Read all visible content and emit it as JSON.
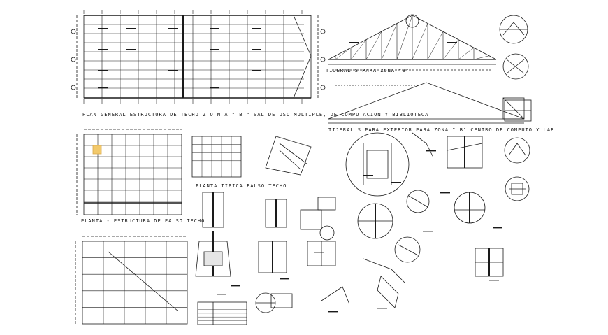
{
  "drawing": {
    "colors": {
      "line": "#1a1a1a",
      "paper": "#ffffff",
      "highlight": "#f2c96b"
    },
    "titles": {
      "roof_plan": "PLAN GENERAL ESTRUCTURA DE TECHO   Z O N A \" B \" SAL DE USO MULTIPLE, DE COMPUTACION Y BIBLIOTECA",
      "truss_zone_b": "TIJERAL S   PARA   ZONA \"B\"",
      "truss_exterior": "TIJERAL S   PARA EXTERIOR   PARA ZONA \" B\" CENTRO DE COMPUTO Y LAB",
      "false_ceiling_plan": "PLANTA  -  ESTRUCTURA DE FALSO TECHO",
      "typical_false_ceiling": "PLANTA  TIPICA FALSO TECHO"
    }
  }
}
